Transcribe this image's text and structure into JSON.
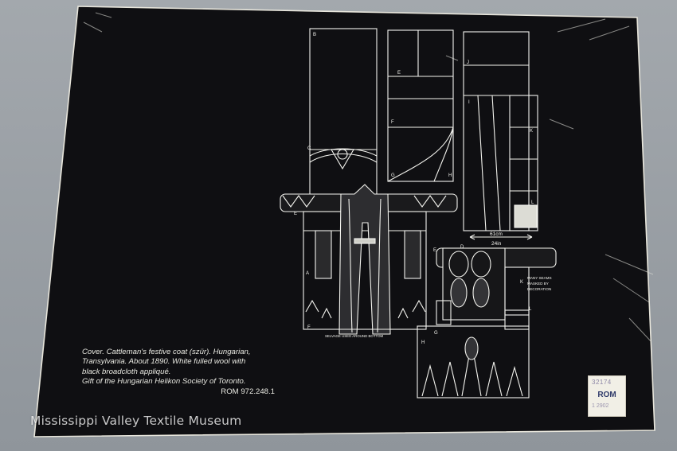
{
  "photo": {
    "caption_lines": [
      "Cover.  Cattleman's festive coat (szür). Hungarian,",
      "Transylvania. About 1890. White fulled wool with",
      "black broadcloth appliqué.",
      "Gift of the Hungarian Helikon Society of Toronto."
    ],
    "catalog_number": "ROM 972.248.1"
  },
  "diagram": {
    "letters": {
      "b": "B",
      "c": "C",
      "e1": "E",
      "e2": "E",
      "f1": "F",
      "g": "G",
      "h": "H",
      "j": "J",
      "i": "I",
      "k1": "K",
      "l": "L",
      "a": "A",
      "f2": "F",
      "e3": "E",
      "d": "D",
      "k2": "K",
      "l2": "L",
      "h2": "H",
      "g2": "G"
    },
    "measure_cm": "61cm",
    "measure_in": "24in",
    "seam_note_1": "MANY SEAMS",
    "seam_note_2": "MASKED BY",
    "seam_note_3": "DECORATION",
    "selvage_note": "SELVAGE USED AROUND BOTTOM"
  },
  "sticker": {
    "accession": "32174",
    "label": "ROM",
    "code": "1 2902"
  },
  "watermark": "Mississippi Valley Textile Museum",
  "colors": {
    "card": "#0f0f12",
    "lines": "#f4f4ef",
    "background": "#9aa0a6"
  }
}
